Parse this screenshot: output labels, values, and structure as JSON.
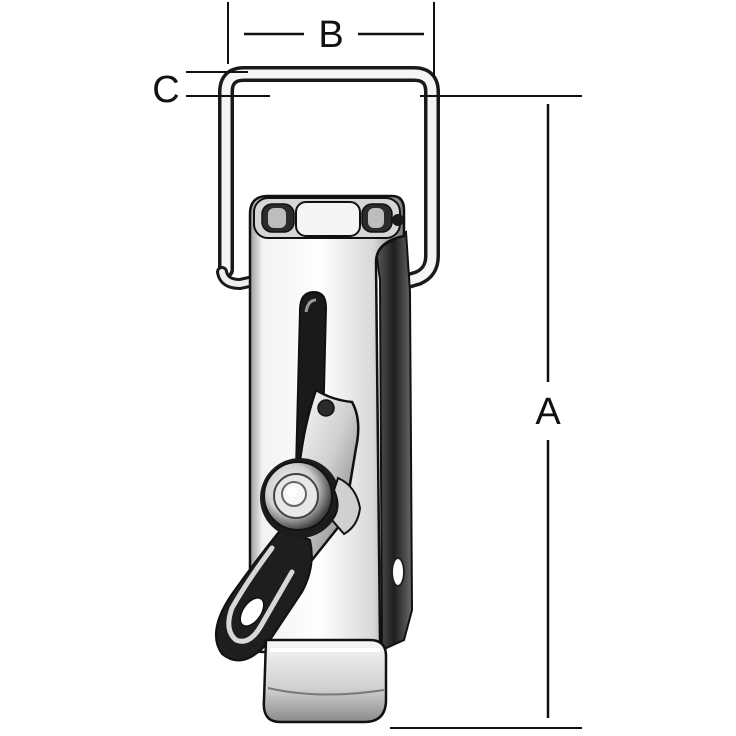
{
  "dimensions": {
    "a_label": "A",
    "b_label": "B",
    "c_label": "C"
  },
  "colors": {
    "line": "#111111",
    "metal_light": "#f4f4f4",
    "metal_mid": "#c9c9c9",
    "metal_dark": "#2a2a2a",
    "background": "#ffffff"
  }
}
